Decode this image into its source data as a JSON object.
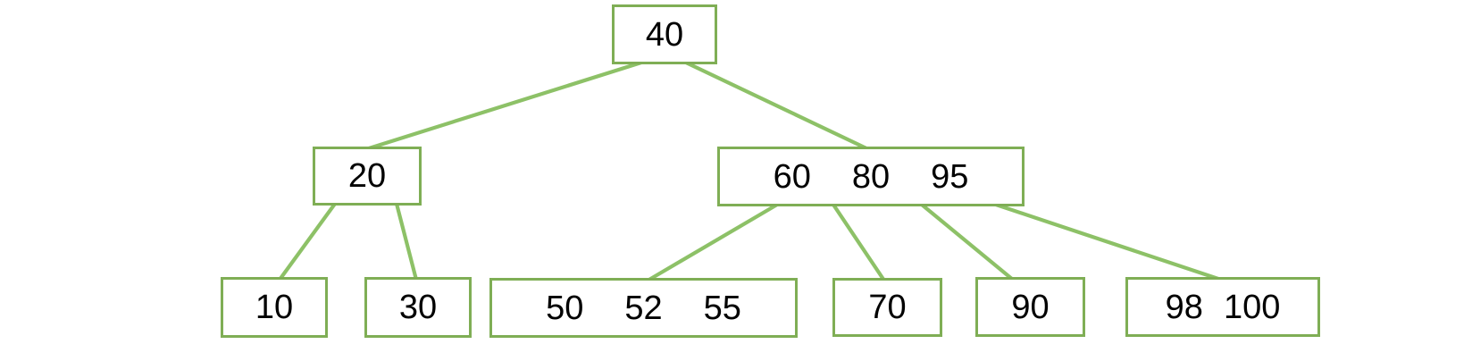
{
  "diagram": {
    "type": "b-tree",
    "colors": {
      "node_border": "#7fae55",
      "edge": "#8dc167",
      "text": "#000000",
      "background": "#ffffff"
    },
    "tree": {
      "root": {
        "keys": [
          "40"
        ]
      },
      "internal": [
        {
          "keys": [
            "20"
          ]
        },
        {
          "keys": [
            "60",
            "80",
            "95"
          ]
        }
      ],
      "leaves": [
        {
          "keys": [
            "10"
          ]
        },
        {
          "keys": [
            "30"
          ]
        },
        {
          "keys": [
            "50",
            "52",
            "55"
          ]
        },
        {
          "keys": [
            "70"
          ]
        },
        {
          "keys": [
            "90"
          ]
        },
        {
          "keys": [
            "98",
            "100"
          ]
        }
      ],
      "edges": [
        {
          "from": "[40]",
          "to": "[20]"
        },
        {
          "from": "[40]",
          "to": "[60 80 95]"
        },
        {
          "from": "[20]",
          "to": "[10]"
        },
        {
          "from": "[20]",
          "to": "[30]"
        },
        {
          "from": "[60 80 95]",
          "to": "[50 52 55]"
        },
        {
          "from": "[60 80 95]",
          "to": "[70]"
        },
        {
          "from": "[60 80 95]",
          "to": "[90]"
        },
        {
          "from": "[60 80 95]",
          "to": "[98 100]"
        }
      ]
    }
  }
}
